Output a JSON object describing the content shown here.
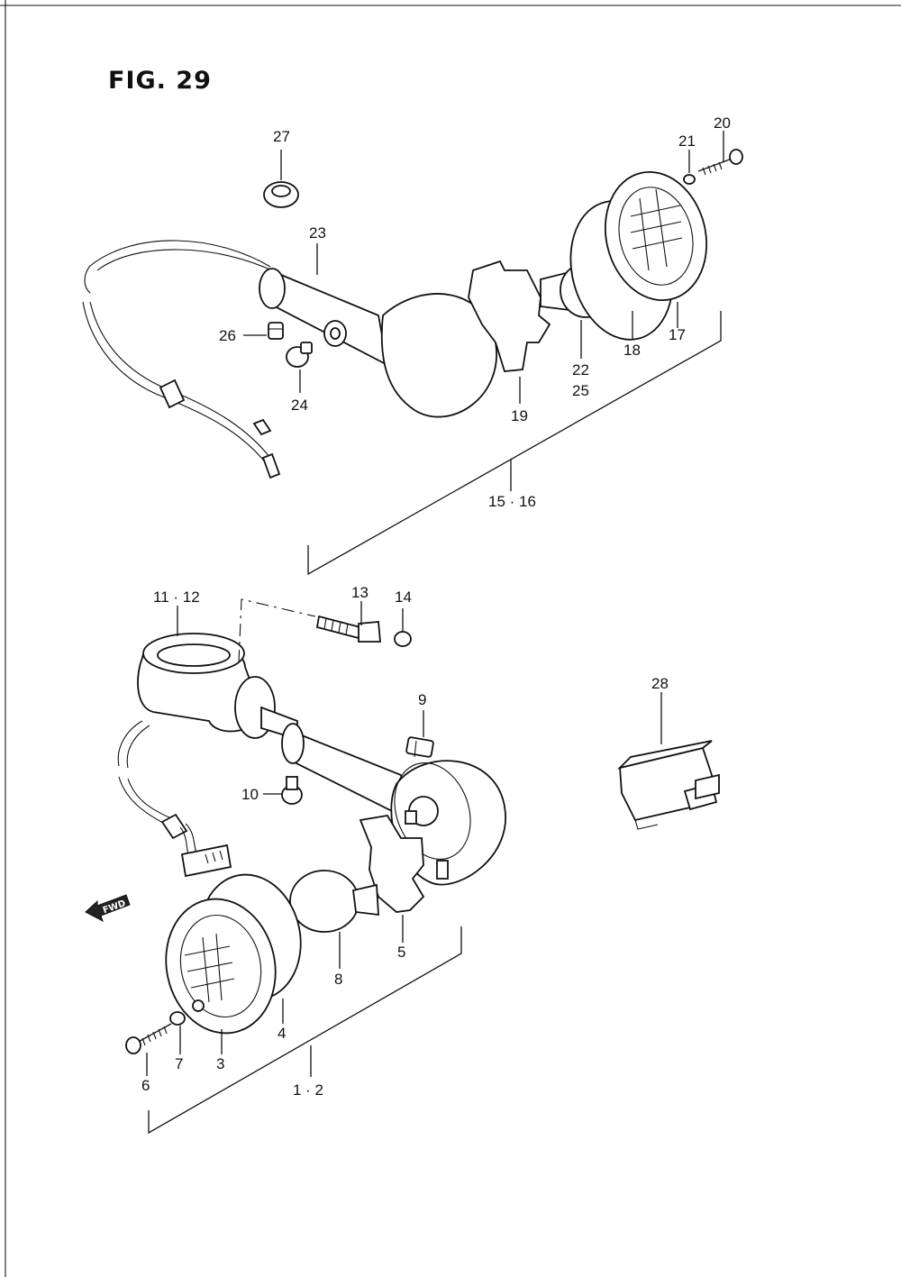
{
  "figure": {
    "title": "FIG. 29"
  },
  "callouts": {
    "c27": "27",
    "c23": "23",
    "c21": "21",
    "c20": "20",
    "c26": "26",
    "c24": "24",
    "c19": "19",
    "c22": "22",
    "c25": "25",
    "c18": "18",
    "c17": "17",
    "c15_16": "15 · 16",
    "c11_12": "11 · 12",
    "c13": "13",
    "c14": "14",
    "c9": "9",
    "c28": "28",
    "c10": "10",
    "c5": "5",
    "c8": "8",
    "c4": "4",
    "c3": "3",
    "c7": "7",
    "c6": "6",
    "c1_2": "1 · 2"
  },
  "fwd_marker": "FWD"
}
